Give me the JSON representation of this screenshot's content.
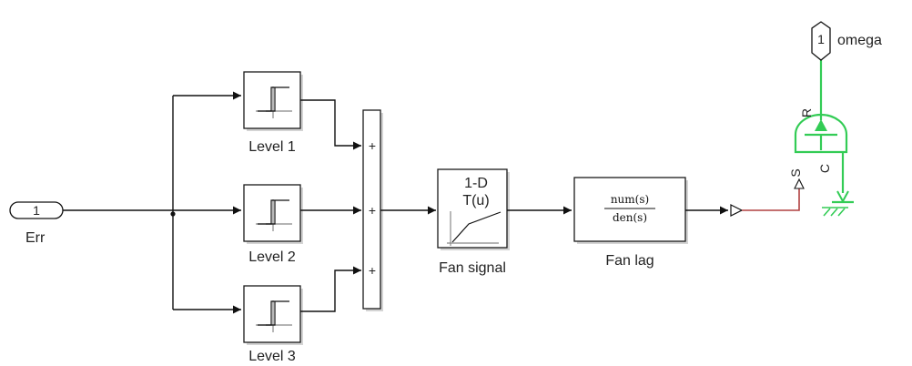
{
  "inport": {
    "number": "1",
    "name": "Err"
  },
  "relays": [
    {
      "name": "Level 1"
    },
    {
      "name": "Level 2"
    },
    {
      "name": "Level 3"
    }
  ],
  "sum": {
    "signs": [
      "+",
      "+",
      "+"
    ]
  },
  "lookup": {
    "line1": "1-D",
    "line2": "T(u)",
    "name": "Fan signal"
  },
  "transfer_fcn": {
    "numerator": "num(s)",
    "denominator": "den(s)",
    "name": "Fan lag"
  },
  "rotational_source": {
    "port_s": "S",
    "port_r": "R",
    "port_c": "C"
  },
  "outport": {
    "number": "1",
    "name": "omega"
  },
  "colors": {
    "physical_connection": "#33cc55",
    "converter_line": "#b04040",
    "block_border": "#1a1a1a"
  }
}
